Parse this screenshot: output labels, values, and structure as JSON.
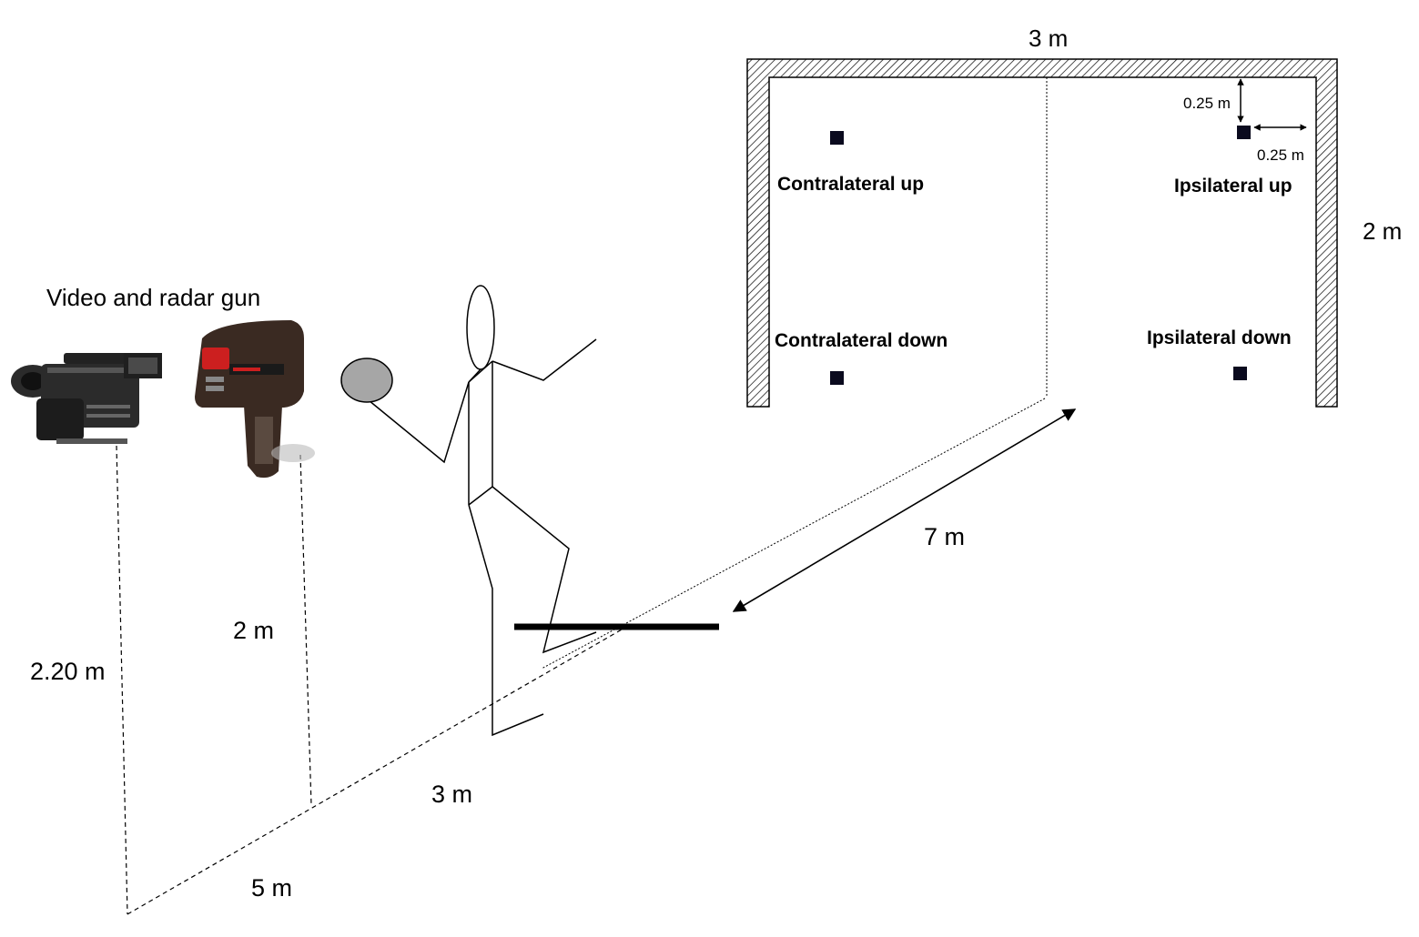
{
  "labels": {
    "equipment": "Video and radar gun",
    "goal_width": "3 m",
    "goal_height": "2 m",
    "target_offset_vertical": "0.25 m",
    "target_offset_horizontal": "0.25 m",
    "throw_distance": "7 m",
    "camera_height": "2.20 m",
    "radar_height": "2 m",
    "radar_distance": "3 m",
    "camera_distance": "5 m"
  },
  "targets": {
    "contralateral_up": "Contralateral up",
    "ipsilateral_up": "Ipsilateral up",
    "contralateral_down": "Contralateral down",
    "ipsilateral_down": "Ipsilateral down"
  },
  "colors": {
    "line": "#000000",
    "ball": "#a6a6a6",
    "camera_body": "#2b2b2b",
    "radar_body": "#3a2a22",
    "radar_accent": "#cc1f1f"
  },
  "icons": {
    "camera": "video-camera-icon",
    "radar": "radar-gun-icon",
    "thrower": "stick-figure-icon",
    "ball": "ball-icon"
  }
}
